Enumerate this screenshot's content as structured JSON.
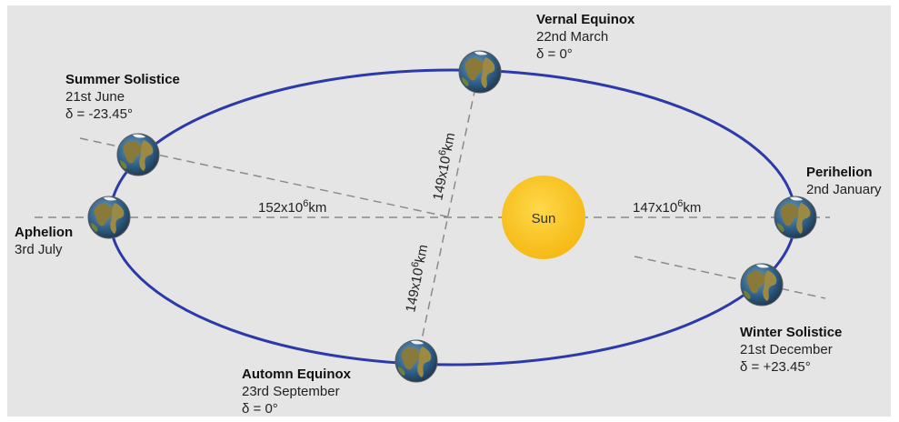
{
  "sun_label": "Sun",
  "points": {
    "vernal": {
      "title": "Vernal Equinox",
      "date": "22nd March",
      "decl": "δ = 0°"
    },
    "summer": {
      "title": "Summer Solistice",
      "date": "21st June",
      "decl": "δ = -23.45°"
    },
    "aphelion": {
      "title": "Aphelion",
      "date": "3rd July"
    },
    "perihelion": {
      "title": "Perihelion",
      "date": "2nd January"
    },
    "winter": {
      "title": "Winter Solistice",
      "date": "21st December",
      "decl": "δ = +23.45°"
    },
    "autumn": {
      "title": "Automn Equinox",
      "date": "23rd September",
      "decl": "δ = 0°"
    }
  },
  "distances": {
    "aphelion": {
      "base": "152x10",
      "exp": "6",
      "unit": "km"
    },
    "perihelion": {
      "base": "147x10",
      "exp": "6",
      "unit": "km"
    },
    "upper": {
      "base": "149x10",
      "exp": "6",
      "unit": "km"
    },
    "lower": {
      "base": "149x10",
      "exp": "6",
      "unit": "km"
    }
  },
  "colors": {
    "orbit": "#2b3aa8",
    "sun": "#f7c21a",
    "dashes": "#8a8a8a",
    "ocean": "#2f5f86",
    "land": "#8a7a3a"
  }
}
